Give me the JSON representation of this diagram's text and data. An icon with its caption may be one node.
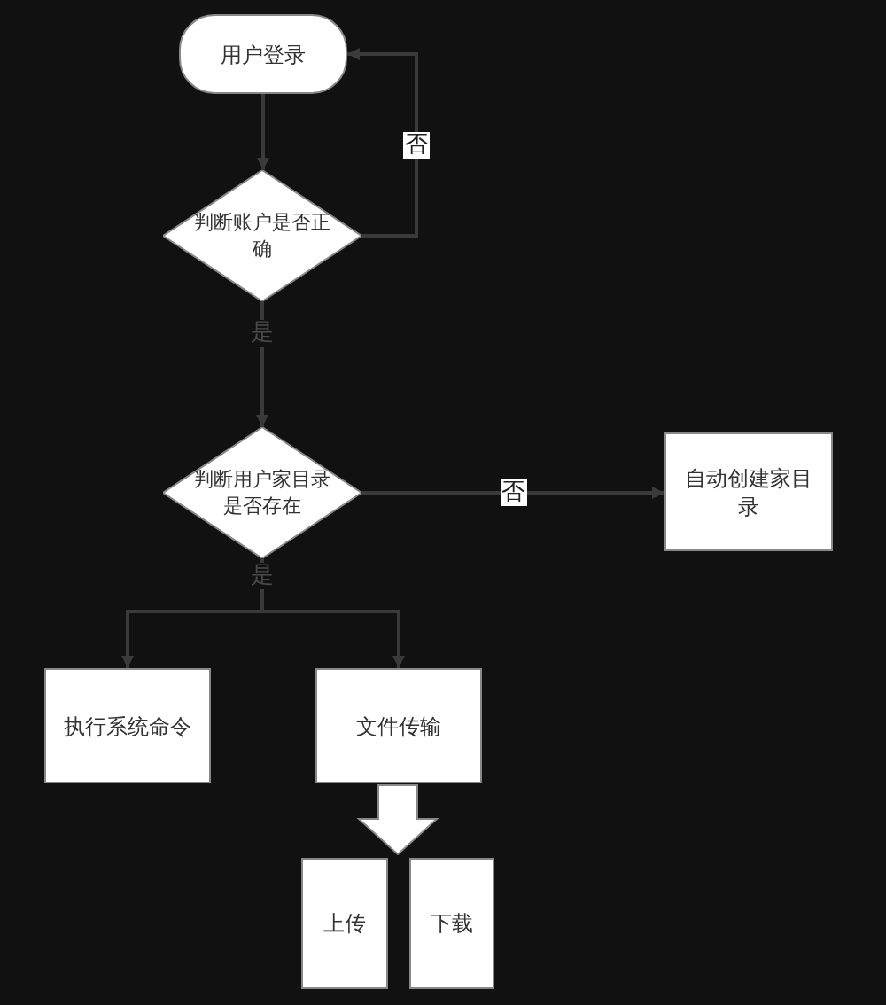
{
  "diagram": {
    "nodes": [
      {
        "text": [
          "用户登录"
        ]
      },
      {
        "text": [
          "判断账户是否正确"
        ]
      },
      {
        "text": [
          "判断用户家目录是否存在"
        ]
      },
      {
        "text": [
          "自动创建家目录"
        ]
      },
      {
        "text": [
          "执行系统命令"
        ]
      },
      {
        "text": [
          "文件传输"
        ]
      },
      {
        "text": [
          "上传"
        ]
      },
      {
        "text": [
          "下载"
        ]
      }
    ],
    "edges": [
      {
        "from": 0,
        "to": 1,
        "arrow": "to"
      },
      {
        "from": 1,
        "to": 0,
        "arrow": "to",
        "label": "否"
      },
      {
        "from": 1,
        "to": 2,
        "arrow": "to",
        "label": "是"
      },
      {
        "from": 2,
        "to": 3,
        "arrow": "to",
        "label": "否"
      },
      {
        "from": 2,
        "to": 4,
        "arrow": "to",
        "label": "是"
      },
      {
        "from": 2,
        "to": 5,
        "arrow": "to"
      },
      {
        "from": 5,
        "to": 6,
        "arrow": "to",
        "style": "thick"
      },
      {
        "from": 5,
        "to": 7,
        "arrow": "to",
        "style": "thick"
      }
    ]
  }
}
